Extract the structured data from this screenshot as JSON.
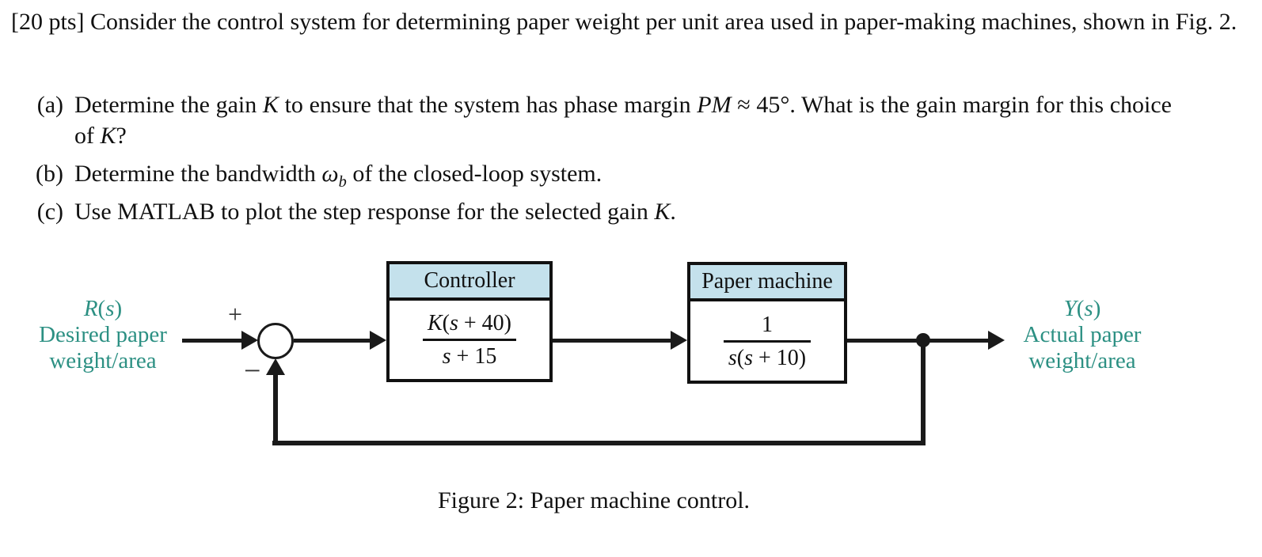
{
  "problem": {
    "intro": "[20 pts] Consider the control system for determining paper weight per unit area used in paper-making machines, shown in Fig. 2.",
    "items": {
      "a": {
        "label": "(a)",
        "t1": "Determine the gain ",
        "v1": "K",
        "t2": " to ensure that the system has phase margin ",
        "v2": "PM",
        "t3": " ≈ 45°. What is the gain margin for this choice of ",
        "v3": "K",
        "t4": "?"
      },
      "b": {
        "label": "(b)",
        "t1": "Determine the bandwidth ",
        "v1": "ω",
        "vsub": "b",
        "t2": " of the closed-loop system."
      },
      "c": {
        "label": "(c)",
        "t1": "Use MATLAB to plot the step response for the selected gain ",
        "v1": "K",
        "t2": "."
      }
    }
  },
  "diagram": {
    "sum": {
      "plus": "+",
      "minus": "−"
    },
    "input_label": {
      "var": "R",
      "arg_open": "(",
      "arg_s": "s",
      "arg_close": ")",
      "line1": "Desired paper",
      "line2": "weight/area"
    },
    "output_label": {
      "var": "Y",
      "arg_open": "(",
      "arg_s": "s",
      "arg_close": ")",
      "line1": "Actual paper",
      "line2": "weight/area"
    },
    "controller": {
      "title": "Controller",
      "num_k": "K",
      "num_open": "(",
      "num_s": "s",
      "num_tail": " + 40)",
      "den_s": "s",
      "den_tail": " + 15"
    },
    "plant": {
      "title": "Paper machine",
      "num": "1",
      "den_s1": "s",
      "den_open": "(",
      "den_s2": "s",
      "den_tail": " + 10)"
    },
    "colors": {
      "header_fill": "#c4e1ec",
      "label_teal": "#2c9083",
      "line_black": "#1a1a1a"
    }
  },
  "caption": "Figure 2: Paper machine control."
}
